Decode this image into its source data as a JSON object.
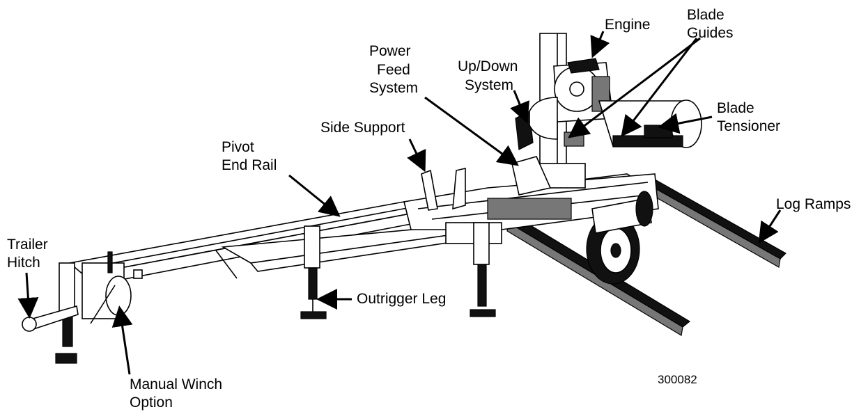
{
  "labels": {
    "engine": "Engine",
    "blade_guides_1": "Blade",
    "blade_guides_2": "Guides",
    "power_feed_1": "Power",
    "power_feed_2": "Feed",
    "power_feed_3": "System",
    "up_down_1": "Up/Down",
    "up_down_2": "System",
    "blade_tensioner_1": "Blade",
    "blade_tensioner_2": "Tensioner",
    "side_support": "Side Support",
    "pivot_end_rail_1": "Pivot",
    "pivot_end_rail_2": "End Rail",
    "log_ramps": "Log Ramps",
    "trailer_hitch_1": "Trailer",
    "trailer_hitch_2": "Hitch",
    "outrigger_leg": "Outrigger Leg",
    "manual_winch_1": "Manual Winch",
    "manual_winch_2": "Option"
  },
  "figure_code": "300082"
}
